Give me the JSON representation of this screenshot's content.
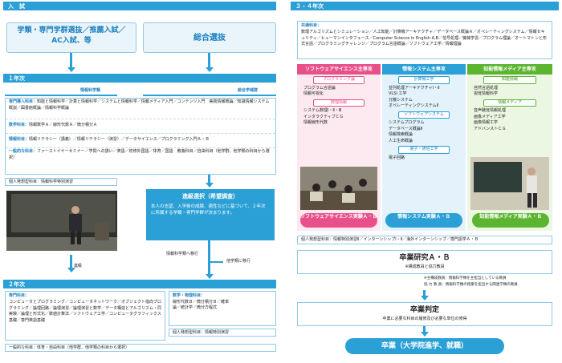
{
  "entrance": {
    "title": "入　試",
    "left": "学類・専門学群選抜／推薦入試／AC入試、等",
    "right": "総合選抜"
  },
  "year1": {
    "title": "１年次",
    "left_head": "情報科学類",
    "right_head": "総合学域群",
    "rows": [
      {
        "k": "専門導入科目：",
        "v": "知能と情報科学／計算と情報科学／システムと情報科学／情報メディア入門／コンテンツ入門　実践情報概論／知識情報システム概説／図書館概論／情報科学概論"
      },
      {
        "k": "数学科目：",
        "v": "情報数学Ａ／線形代数Ａ／微分積分Ａ"
      },
      {
        "k": "情報科目：",
        "v": "情報リテラシー（講義）／情報リテラシー（演習）／データサイエンス／プログラミング入門Ａ・Ｂ"
      },
      {
        "k": "一般的な科目：",
        "v": "ファーストイヤーセミナー／学問への誘い／英語／初修外国語／体育／国語　教養科目／自由科目（他学群、他学類の科目から選択）"
      }
    ],
    "seminar": "個人発想型科目：情報科学特別演習"
  },
  "advance": {
    "title": "進級選択（希望調査）",
    "body": "本人の志望、入学後の成績、適性などに基づいて、２年次に所属する学類・専門学群が決まります。",
    "to_info": "情報科学類へ移行",
    "to_other": "他学類に移行",
    "promote": "進級"
  },
  "year2": {
    "title": "２年次",
    "spec_head": "専門科目：",
    "spec": "コンピュータとプログラミング／コンピュータネットワーク／オブジェクト指向プログラミング／論理回路／論理演習／論理演習と数学／データ構造とアルゴリズム・同実験／論理と形式化／数値計算法／ソフトウェア工学／コンピュータグラフィックス基礎／専門英語基礎",
    "math_head": "数学・物理科目：",
    "math": "線形代数Ｂ／微分積分Ｂ／確率論／統計学／微分方程式",
    "seminar": "個人発想型科目：情報特別演習",
    "general": "一般的な科目：体育・自由科目（他学群、他学類の科目から選択）"
  },
  "year34": {
    "title": "３・４年次",
    "common_head": "共通科目：",
    "common": "数理アルゴリズムとシミュレーション／人工知能／計算機アーキテクチャ／データベース概論Ａ／オペレーティングシステム／情報セキュリティ／ヒューマンインタフェース／Computer Science in English A,B／信号処理／機械学習／プログラム理論／オートマトンと形式言語／プログラミングチャレンジ／プログラム言語概論／ソフトウェア工学／情報理論",
    "majors": [
      {
        "title": "ソフトウェアサイエンス主専攻",
        "color": "#e8508a",
        "groups": [
          {
            "h": "プログラミング論",
            "items": [
              "プログラム言語論",
              "情報可視化"
            ]
          },
          {
            "h": "数理情報",
            "items": [
              "システム数理Ⅰ・Ⅱ・Ⅲ",
              "インタラクティブＣＧ",
              "情報線形代数"
            ]
          }
        ],
        "lab": "ソフトウェアサイエンス実験Ａ・Ｂ"
      },
      {
        "title": "情報システム主専攻",
        "color": "#2aa0d6",
        "groups": [
          {
            "h": "計算機工学",
            "items": [
              "並列処理アーキテクチャⅠ・Ⅱ",
              "VLSI 工学",
              "分散システム",
              "オペレーティングシステムⅡ"
            ]
          },
          {
            "h": "ソフトウェアシステム",
            "items": [
              "システムプログラム",
              "データベース概論Ⅱ",
              "情報検索概論",
              "人工生命概論"
            ]
          },
          {
            "h": "電子・通信工学",
            "items": [
              "電子回路"
            ]
          }
        ],
        "lab": "情報システム実験Ａ・Ｂ"
      },
      {
        "title": "知能情報メディア主専攻",
        "color": "#5cb531",
        "groups": [
          {
            "h": "知能情報",
            "items": [
              "自然言語処理",
              "視覚情報科学"
            ]
          },
          {
            "h": "情報メディア",
            "items": [
              "音声聴覚情報処理",
              "画像メディア工学",
              "画像情報工学",
              "アドバンストＣＧ"
            ]
          }
        ],
        "lab": "知能情報メディア実験Ａ・Ｂ"
      }
    ],
    "seminar": "個人発想型科目：情報特別演習Ⅱ／インターンシップⅠ・Ⅱ／海外インターンシップ／専門語学Ａ・Ｂ",
    "thesis": "卒業研究Ａ・Ｂ",
    "thesis_sub": "※構成教員と協力教員",
    "note1": "※主構成教員：情報科学類を主担当としている教員",
    "note2": "協 力 教 員：情報科学類の授業を担当する関連学類の教員",
    "judge": "卒業判定",
    "judge_sub": "卒業に必要な科目の履修及び必要な単位の修得",
    "grad": "卒業（大学院進学、就職）"
  }
}
